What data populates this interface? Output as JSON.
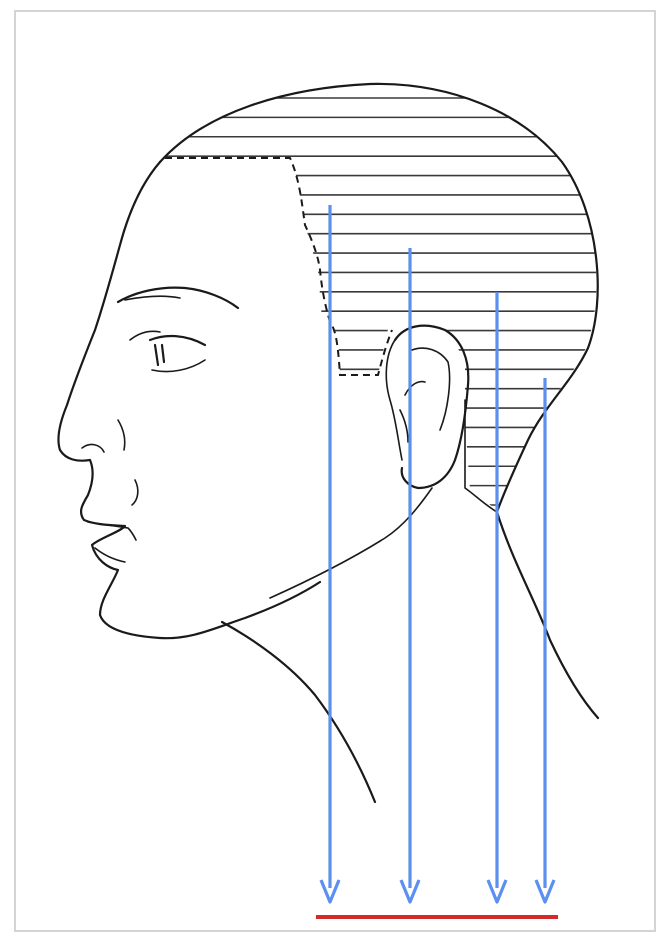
{
  "figure": {
    "subject": "head-profile",
    "colors": {
      "outline": "#1a1a1a",
      "hatch": "#3a3a3a",
      "arrow": "#5b8ff0",
      "base_line": "#d42a2a",
      "frame": "#d4d4d4"
    },
    "arrow_count": 4,
    "hatch_line_count": 22
  }
}
